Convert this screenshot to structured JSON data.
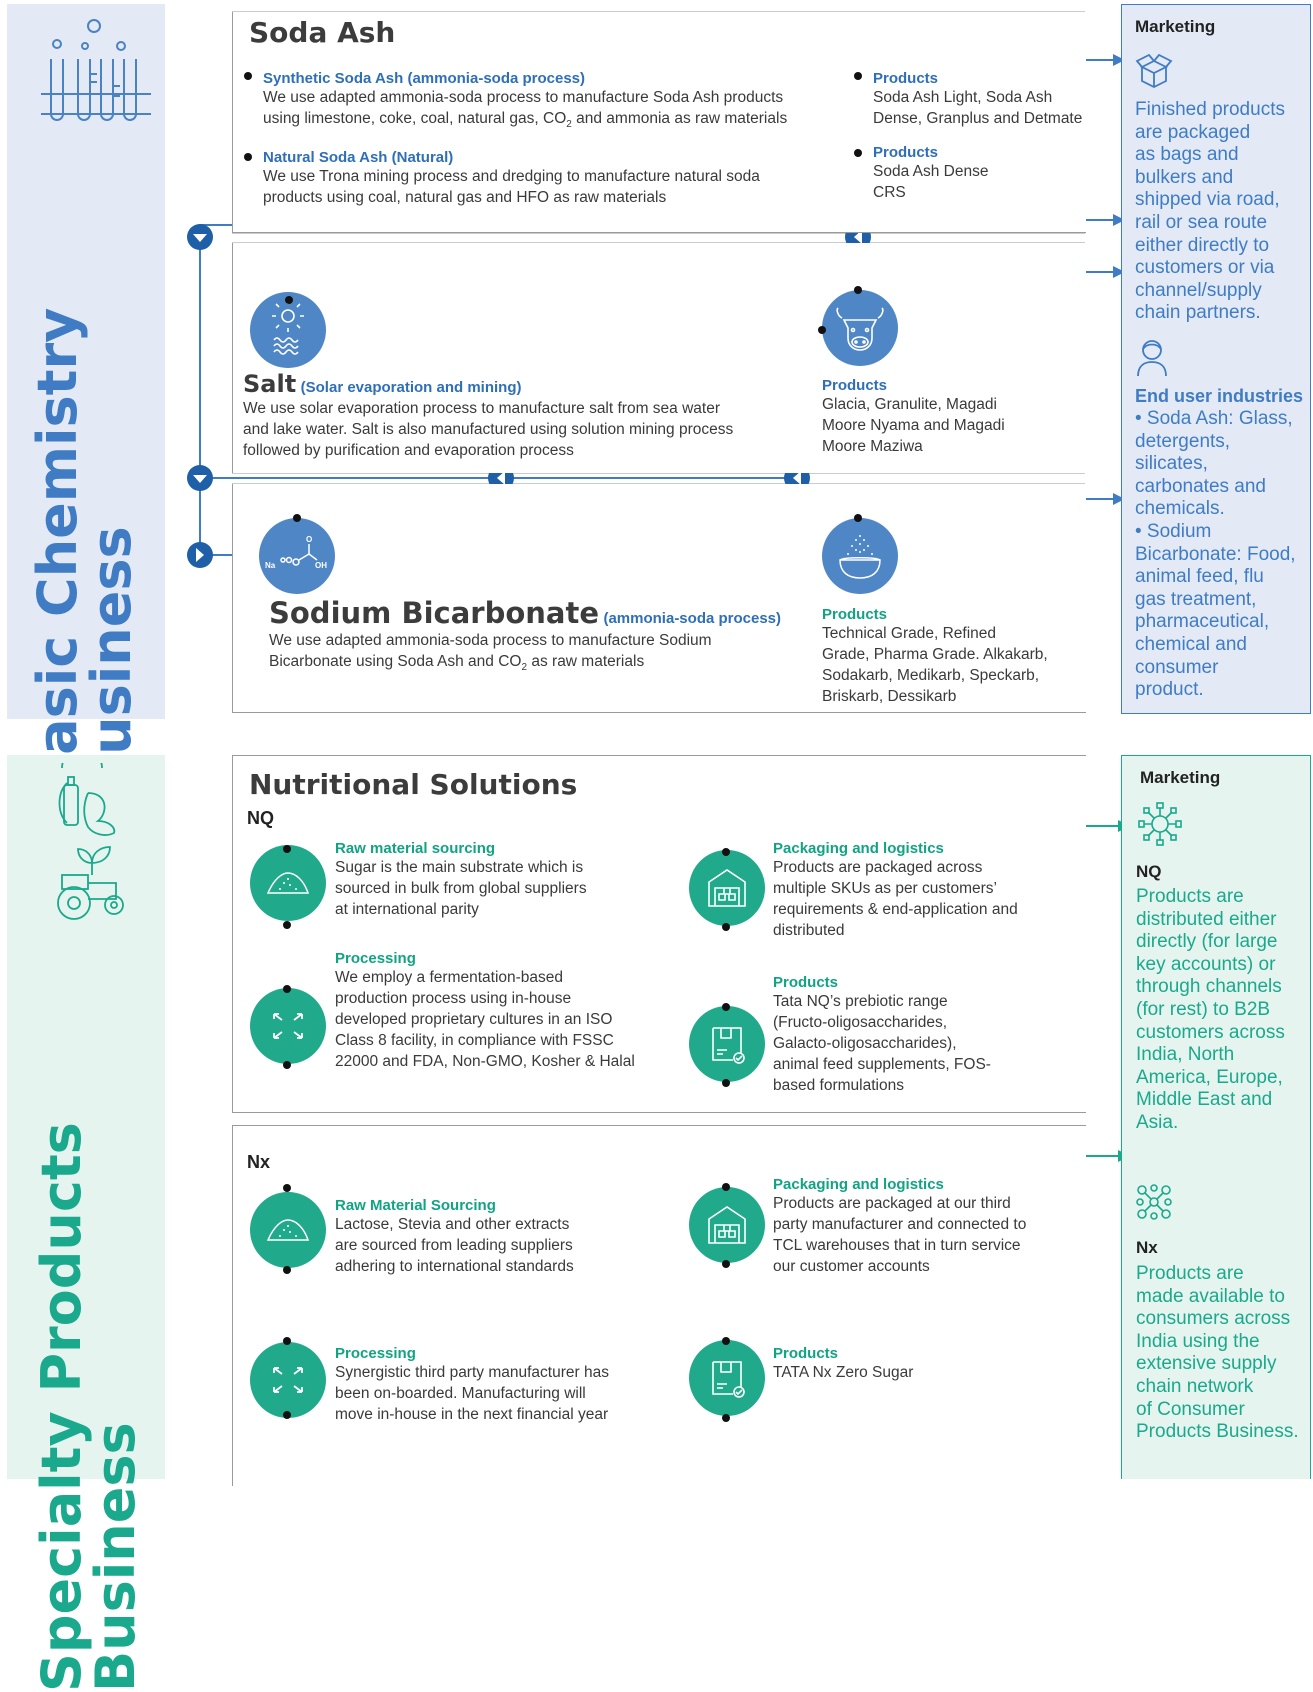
{
  "basic": {
    "side_title_line1": "Basic Chemistry",
    "side_title_line2": "Business",
    "soda_ash": {
      "title": "Soda Ash",
      "synthetic_heading": "Synthetic Soda Ash (ammonia-soda process)",
      "synthetic_text_1": "We use adapted ammonia-soda process to manufacture Soda Ash products",
      "synthetic_text_2a": "using limestone, coke, coal, natural gas, CO",
      "synthetic_text_2sub": "2",
      "synthetic_text_2b": " and ammonia as raw materials",
      "natural_heading": "Natural Soda Ash (Natural)",
      "natural_text_1": "We use Trona mining process and dredging to manufacture natural soda",
      "natural_text_2": "products using coal, natural gas and HFO as raw materials",
      "products1_heading": "Products",
      "products1_line1": "Soda Ash Light, Soda Ash",
      "products1_line2": "Dense, Granplus and Detmate",
      "products2_heading": "Products",
      "products2_line1": "Soda Ash Dense",
      "products2_line2": "CRS"
    },
    "salt": {
      "title": "Salt",
      "subtitle": "(Solar evaporation and mining)",
      "text_1": "We use solar evaporation process to manufacture salt from sea water",
      "text_2": "and lake water. Salt is also manufactured using solution mining process",
      "text_3": "followed by purification and evaporation process",
      "products_heading": "Products",
      "products_line1": "Glacia, Granulite, Magadi",
      "products_line2": "Moore Nyama and Magadi",
      "products_line3": "Moore Maziwa"
    },
    "bicarb": {
      "title": "Sodium Bicarbonate",
      "subtitle": "(ammonia-soda process)",
      "text_1": "We use adapted ammonia-soda process to manufacture Sodium",
      "text_2a": "Bicarbonate using Soda Ash and CO",
      "text_2sub": "2",
      "text_2b": " as raw materials",
      "products_heading": "Products",
      "products_line1": "Technical Grade, Refined",
      "products_line2": "Grade, Pharma Grade. Alkakarb,",
      "products_line3": "Sodakarb, Medikarb, Speckarb,",
      "products_line4": "Briskarb, Dessikarb",
      "icon_na": "Na",
      "icon_oh": "OH",
      "icon_o": "O"
    },
    "marketing": {
      "title": "Marketing",
      "lines": [
        "Finished products",
        "are packaged",
        "as bags and",
        "bulkers and",
        "shipped via road,",
        "rail or sea route",
        "either directly to",
        "customers or via",
        "channel/supply",
        "chain partners."
      ],
      "end_user_heading": "End user industries",
      "end_user_lines": [
        "• Soda Ash: Glass,",
        "detergents,",
        "silicates,",
        "carbonates and",
        "chemicals.",
        "• Sodium",
        "Bicarbonate: Food,",
        "animal feed, flu",
        "gas treatment,",
        "pharmaceutical,",
        "chemical and",
        "consumer",
        "product."
      ]
    }
  },
  "specialty": {
    "side_title_line1": "Specialty Products",
    "side_title_line2": "Business",
    "nutritional_title": "Nutritional Solutions",
    "nq": {
      "label": "NQ",
      "raw_heading": "Raw material sourcing",
      "raw_lines": [
        "Sugar is the main substrate which is",
        "sourced in bulk from global suppliers",
        "at international parity"
      ],
      "proc_heading": "Processing",
      "proc_lines": [
        "We employ a fermentation-based",
        "production process using in-house",
        "developed proprietary cultures in an ISO",
        "Class 8 facility, in compliance with FSSC",
        "22000 and FDA, Non-GMO, Kosher & Halal"
      ],
      "pack_heading": "Packaging and logistics",
      "pack_lines": [
        "Products are packaged across",
        "multiple SKUs as per customers’",
        "requirements & end-application and",
        "distributed"
      ],
      "prod_heading": "Products",
      "prod_lines": [
        "Tata NQ’s prebiotic range",
        "(Fructo-oligosaccharides,",
        "Galacto-oligosaccharides),",
        "animal feed supplements, FOS-",
        "based formulations"
      ]
    },
    "nx": {
      "label": "Nx",
      "raw_heading": "Raw Material Sourcing",
      "raw_lines": [
        "Lactose, Stevia and other extracts",
        "are sourced from leading suppliers",
        "adhering to international standards"
      ],
      "proc_heading": "Processing",
      "proc_lines": [
        "Synergistic third party manufacturer has",
        "been on-boarded. Manufacturing will",
        "move in-house in the next financial year"
      ],
      "pack_heading": "Packaging and logistics",
      "pack_lines": [
        "Products are packaged at our third",
        "party manufacturer and connected to",
        "TCL warehouses that in turn service",
        "our customer accounts"
      ],
      "prod_heading": "Products",
      "prod_lines": [
        "TATA Nx Zero Sugar"
      ]
    },
    "marketing": {
      "title": "Marketing",
      "nq_label": "NQ",
      "nq_lines": [
        "Products are",
        "distributed either",
        "directly (for large",
        "key accounts) or",
        "through channels",
        "(for rest) to B2B",
        "customers across",
        "India, North",
        "America, Europe,",
        "Middle East and",
        "Asia."
      ],
      "nx_label": "Nx",
      "nx_lines": [
        "Products are",
        "made available to",
        "consumers across",
        "India using the",
        "extensive supply",
        "chain network",
        "of Consumer",
        "Products Business."
      ]
    }
  },
  "colors": {
    "blue": "#3f7cc4",
    "blue_panel": "#e3eaf6",
    "green": "#1aa98c",
    "green_panel": "#e6f4f0"
  }
}
